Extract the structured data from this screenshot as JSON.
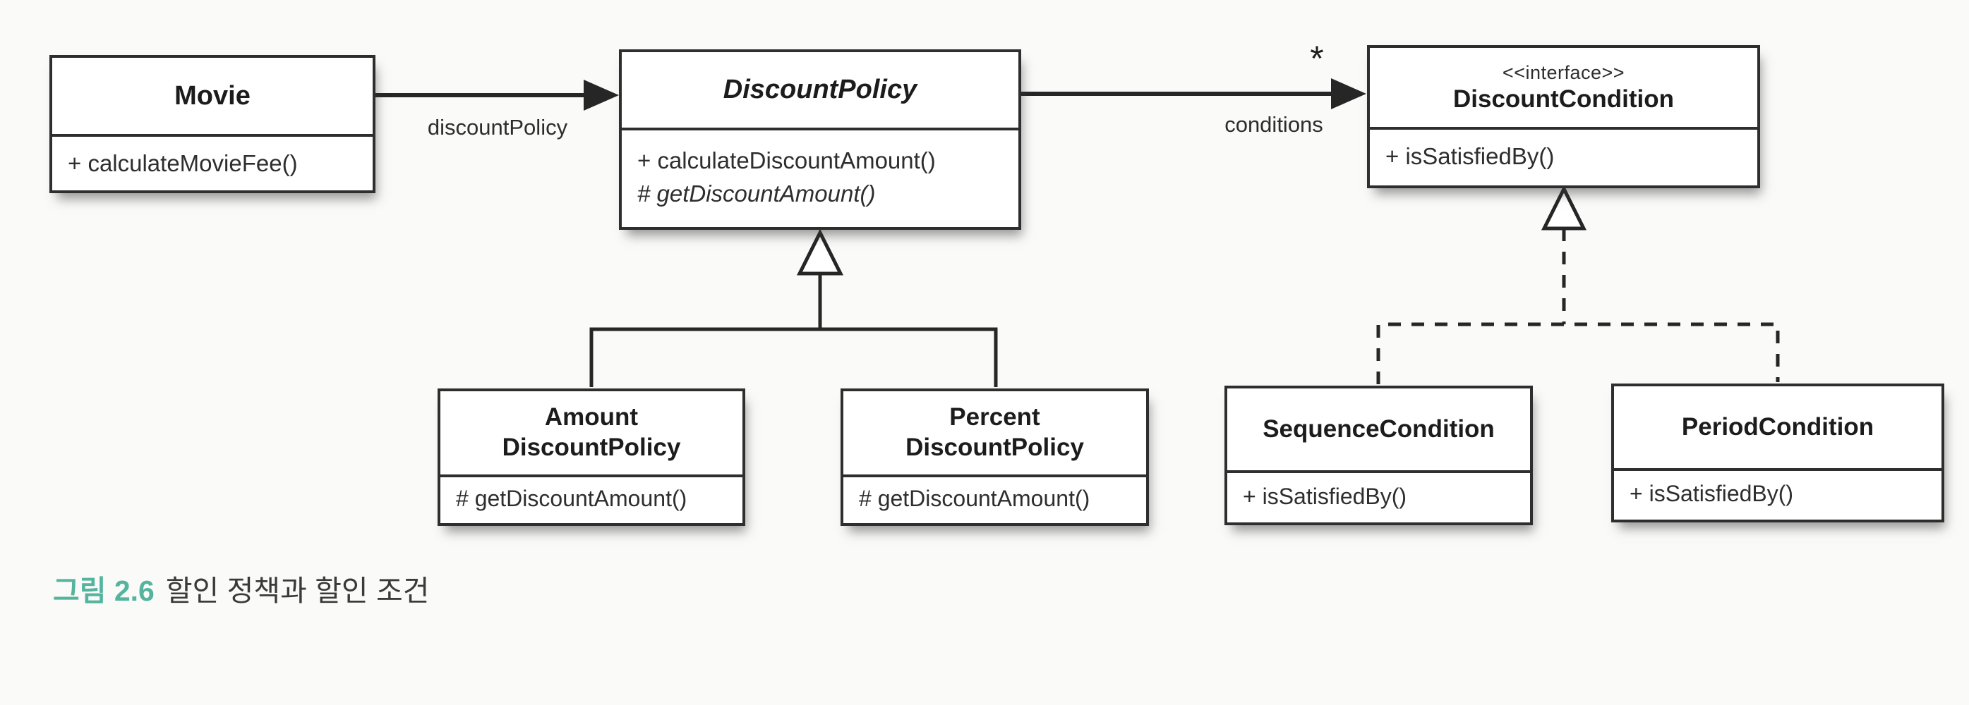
{
  "diagram": {
    "caption": {
      "figure_label": "그림 2.6",
      "text": "할인 정책과 할인 조건"
    },
    "classes": {
      "movie": {
        "name": "Movie",
        "methods": [
          "+ calculateMovieFee()"
        ]
      },
      "discount_policy": {
        "name": "DiscountPolicy",
        "abstract": true,
        "methods": [
          "+ calculateDiscountAmount()",
          "# getDiscountAmount()"
        ]
      },
      "discount_condition": {
        "stereotype": "<<interface>>",
        "name": "DiscountCondition",
        "methods": [
          "+ isSatisfiedBy()"
        ]
      },
      "amount_discount_policy": {
        "name_lines": [
          "Amount",
          "DiscountPolicy"
        ],
        "methods": [
          "# getDiscountAmount()"
        ]
      },
      "percent_discount_policy": {
        "name_lines": [
          "Percent",
          "DiscountPolicy"
        ],
        "methods": [
          "# getDiscountAmount()"
        ]
      },
      "sequence_condition": {
        "name": "SequenceCondition",
        "methods": [
          "+ isSatisfiedBy()"
        ]
      },
      "period_condition": {
        "name": "PeriodCondition",
        "methods": [
          "+ isSatisfiedBy()"
        ]
      }
    },
    "associations": {
      "movie_to_policy": {
        "label": "discountPolicy"
      },
      "policy_to_condition": {
        "label": "conditions",
        "multiplicity": "*"
      }
    },
    "colors": {
      "caption_accent": "#54b49e",
      "line": "#262626",
      "box_border": "#2e2e2e",
      "background": "#fafaf8"
    }
  }
}
